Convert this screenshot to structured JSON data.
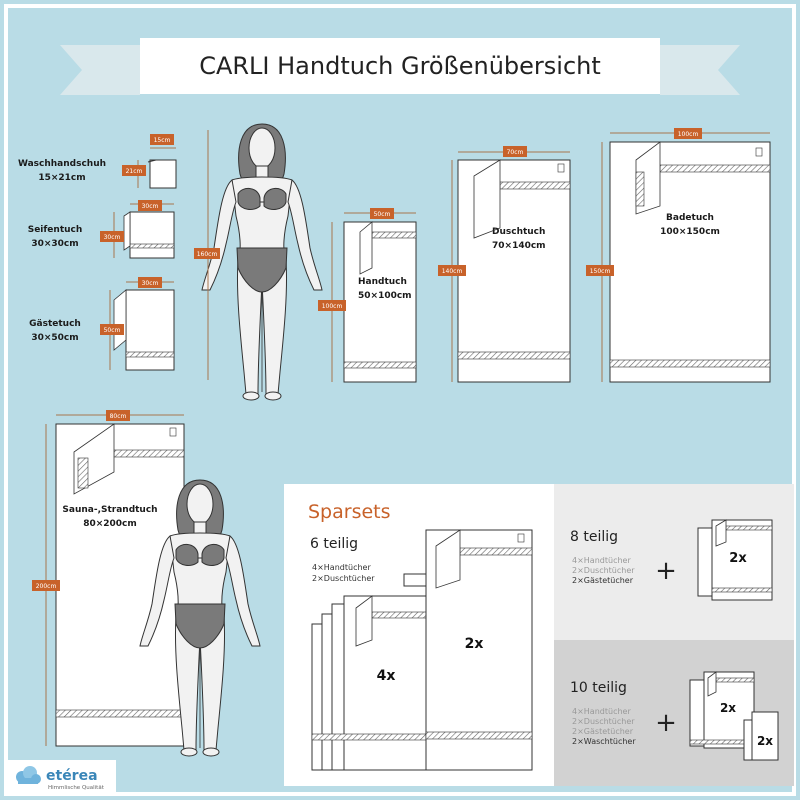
{
  "title": "CARLI Handtuch Größenübersicht",
  "towels": {
    "waschhandschuh": {
      "name": "Waschhandschuh",
      "size": "15×21cm",
      "width": "15cm",
      "height": "21cm"
    },
    "seifentuch": {
      "name": "Seifentuch",
      "size": "30×30cm",
      "width": "30cm",
      "height": "30cm"
    },
    "gaestetuch": {
      "name": "Gästetuch",
      "size": "30×50cm",
      "width": "30cm",
      "height": "50cm"
    },
    "handtuch": {
      "name": "Handtuch",
      "size": "50×100cm",
      "width": "50cm",
      "height": "100cm"
    },
    "duschtuch": {
      "name": "Duschtuch",
      "size": "70×140cm",
      "width": "70cm",
      "height": "140cm"
    },
    "badetuch": {
      "name": "Badetuch",
      "size": "100×150cm",
      "width": "100cm",
      "height": "150cm"
    },
    "sauna": {
      "name": "Sauna-,Strandtuch",
      "size": "80×200cm",
      "width": "80cm",
      "height": "200cm"
    }
  },
  "person_height": "160cm",
  "sparsets": {
    "title": "Sparsets",
    "set6": {
      "title": "6 teilig",
      "items": [
        "4×Handtücher",
        "2×Duschtücher"
      ],
      "badge_a": "4x",
      "badge_b": "2x"
    },
    "set8": {
      "title": "8 teilig",
      "items": [
        "4×Handtücher",
        "2×Duschtücher",
        "2×Gästetücher"
      ],
      "badge": "2x",
      "plus": "+"
    },
    "set10": {
      "title": "10 teilig",
      "items": [
        "4×Handtücher",
        "2×Duschtücher",
        "2×Gästetücher",
        "2×Waschtücher"
      ],
      "badge_a": "2x",
      "badge_b": "2x",
      "plus": "+"
    }
  },
  "brand": {
    "name": "etérea",
    "tagline": "Himmlische Qualität"
  },
  "colors": {
    "background": "#b9dce6",
    "accent": "#c8622a",
    "dimension": "#a8764f",
    "towel_stroke": "#333333"
  }
}
